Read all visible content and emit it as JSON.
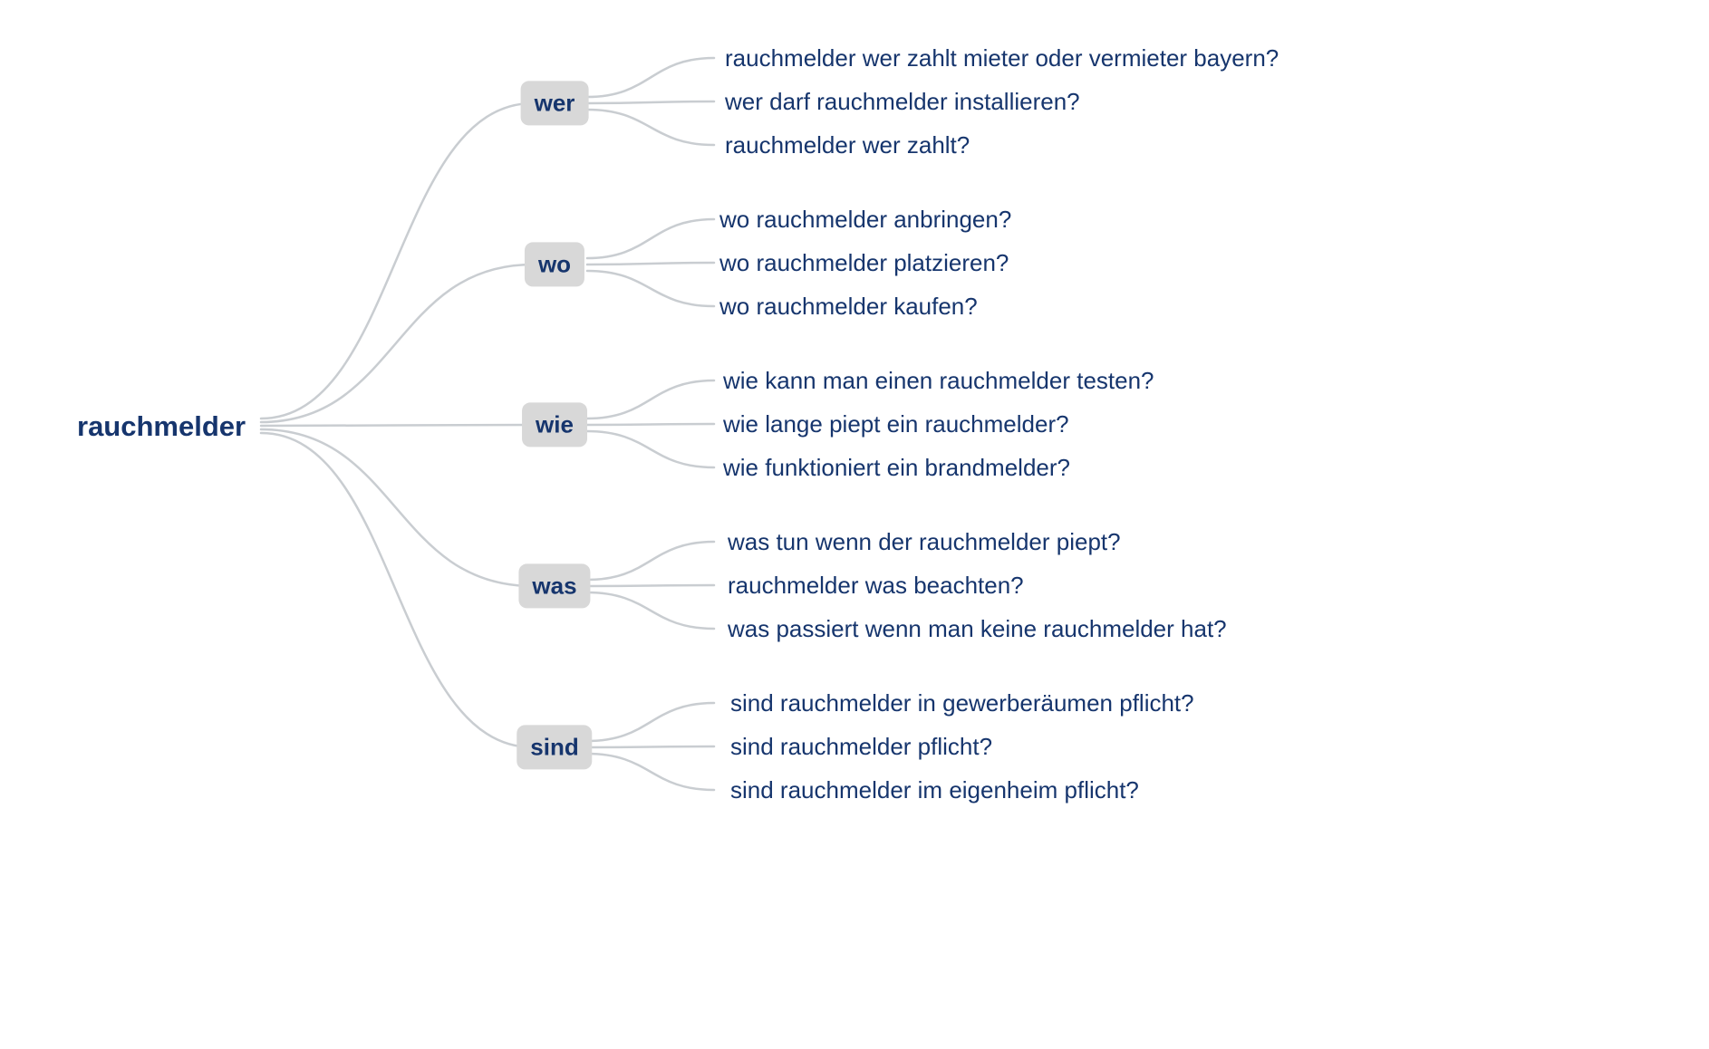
{
  "diagram": {
    "type": "keyword-question-mindmap",
    "root": {
      "label": "rauchmelder"
    },
    "branches": [
      {
        "label": "wer",
        "questions": [
          "rauchmelder wer zahlt mieter oder vermieter bayern?",
          "wer darf rauchmelder installieren?",
          "rauchmelder wer zahlt?"
        ]
      },
      {
        "label": "wo",
        "questions": [
          "wo rauchmelder anbringen?",
          "wo rauchmelder platzieren?",
          "wo rauchmelder kaufen?"
        ]
      },
      {
        "label": "wie",
        "questions": [
          "wie kann man einen rauchmelder testen?",
          "wie lange piept ein rauchmelder?",
          "wie funktioniert ein brandmelder?"
        ]
      },
      {
        "label": "was",
        "questions": [
          "was tun wenn der rauchmelder piept?",
          "rauchmelder was beachten?",
          "was passiert wenn man keine rauchmelder hat?"
        ]
      },
      {
        "label": "sind",
        "questions": [
          "sind rauchmelder in gewerberäumen pflicht?",
          "sind rauchmelder pflicht?",
          "sind rauchmelder im eigenheim pflicht?"
        ]
      }
    ],
    "colors": {
      "text": "#16356d",
      "node_background": "#d8d8d8",
      "connector_line": "#c9cdd1",
      "page_background": "#ffffff"
    }
  }
}
